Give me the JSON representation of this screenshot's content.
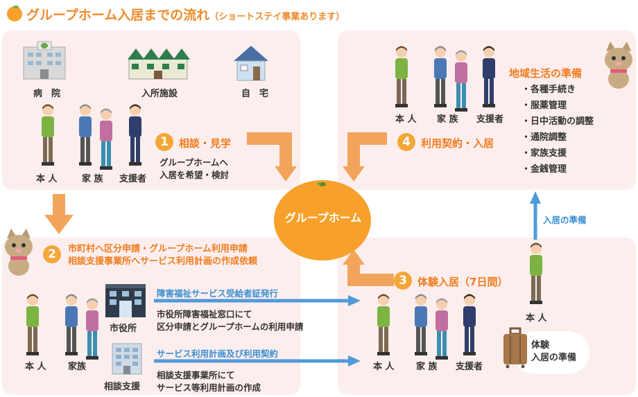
{
  "title": "グループホーム入居までの流れ",
  "subtitle": "（ショートステイ事業あります）",
  "panel1": {
    "places": [
      "病　院",
      "入所施設",
      "自　宅"
    ],
    "people": [
      "本 人",
      "家 族",
      "支援者"
    ],
    "step_num": "1",
    "step_label": "相談・見学",
    "desc_line1": "グループホームへ",
    "desc_line2": "入居を希望・検討"
  },
  "center": {
    "label": "グループホーム"
  },
  "panel4": {
    "people": [
      "本 人",
      "家 族",
      "支援者"
    ],
    "step_num": "4",
    "step_label": "利用契約・入居",
    "prep_title": "地域生活の準備",
    "prep_items": [
      "・各種手続き",
      "・服薬管理",
      "・日中活動の調整",
      "・通院調整",
      "・家族支援",
      "・金銭管理"
    ]
  },
  "panel2": {
    "step_num": "2",
    "step_line1": "市町村へ区分申請・グループホーム利用申請",
    "step_line2": "相談支援事業所へサービス利用計画の作成依頼",
    "people": [
      "本 人",
      "家族"
    ],
    "office1": "市役所",
    "office2": "相談支援",
    "arrow1_label": "障害福祉サービス受給者証発行",
    "arrow2_label": "サービス利用計画及び利用契約",
    "desc1_line1": "市役所障害福祉窓口にて",
    "desc1_line2": "区分申請とグループホームの利用申請",
    "desc2_line1": "相談支援事業所にて",
    "desc2_line2": "サービス等利用計画の作成"
  },
  "panel3": {
    "step_num": "3",
    "step_label": "体験入居（7日間）",
    "people": [
      "本 人",
      "家 族",
      "支援者"
    ],
    "right_person": "本 人",
    "up_arrow_label": "入居の準備",
    "trial_line1": "体験",
    "trial_line2": "入居の準備"
  },
  "colors": {
    "accent": "#ef8a2c",
    "panel_bg": "#fdeeee",
    "arrow_orange": "#f2a55a",
    "arrow_blue": "#4f9bd9",
    "orange_fruit": "#f7a12c"
  }
}
